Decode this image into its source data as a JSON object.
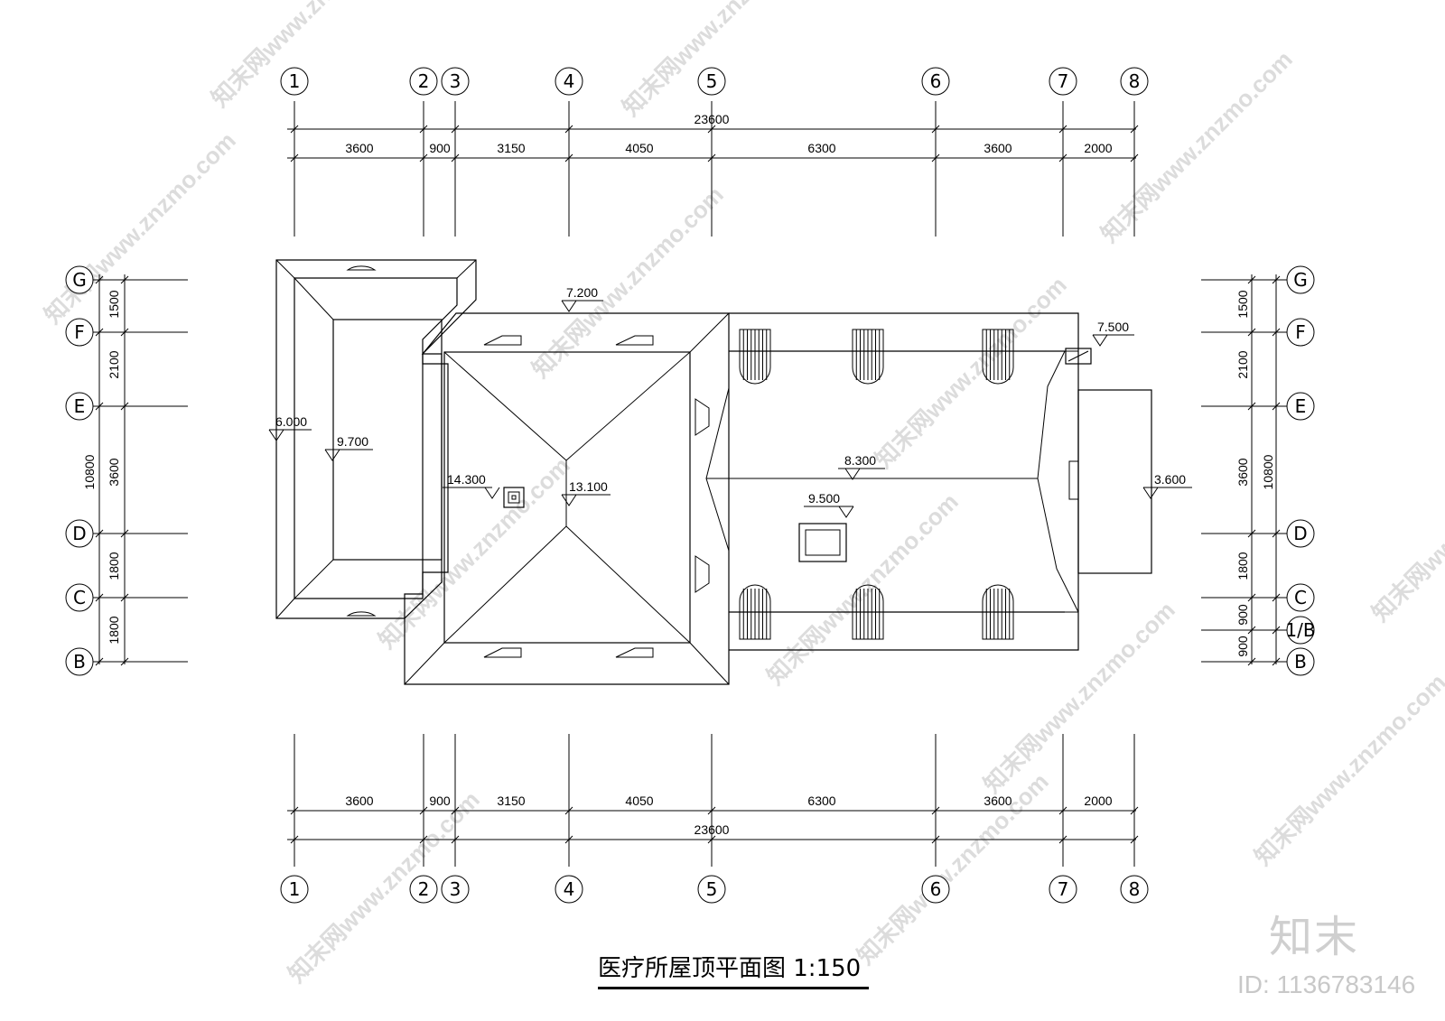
{
  "title": "医疗所屋顶平面图 1:150",
  "brand": {
    "logo": "知末",
    "id": "ID: 1136783146"
  },
  "watermark": "知末网www.znzmo.com",
  "axes_x": [
    "1",
    "2",
    "3",
    "4",
    "5",
    "6",
    "7",
    "8"
  ],
  "axes_y": [
    "G",
    "F",
    "E",
    "D",
    "C",
    "1/B",
    "B"
  ],
  "dims_x": {
    "total": "23600",
    "segments": [
      "3600",
      "900",
      "3150",
      "4050",
      "6300",
      "3600",
      "2000"
    ]
  },
  "dims_y_left": {
    "total": "10800",
    "segments": [
      "1500",
      "2100",
      "3600",
      "1800",
      "1800"
    ]
  },
  "dims_y_right": {
    "total": "10800",
    "segments": [
      "1500",
      "2100",
      "3600",
      "1800",
      "900",
      "900"
    ]
  },
  "elevations": [
    "7.200",
    "7.500",
    "6.000",
    "9.700",
    "14.300",
    "13.100",
    "8.300",
    "9.500",
    "3.600"
  ]
}
